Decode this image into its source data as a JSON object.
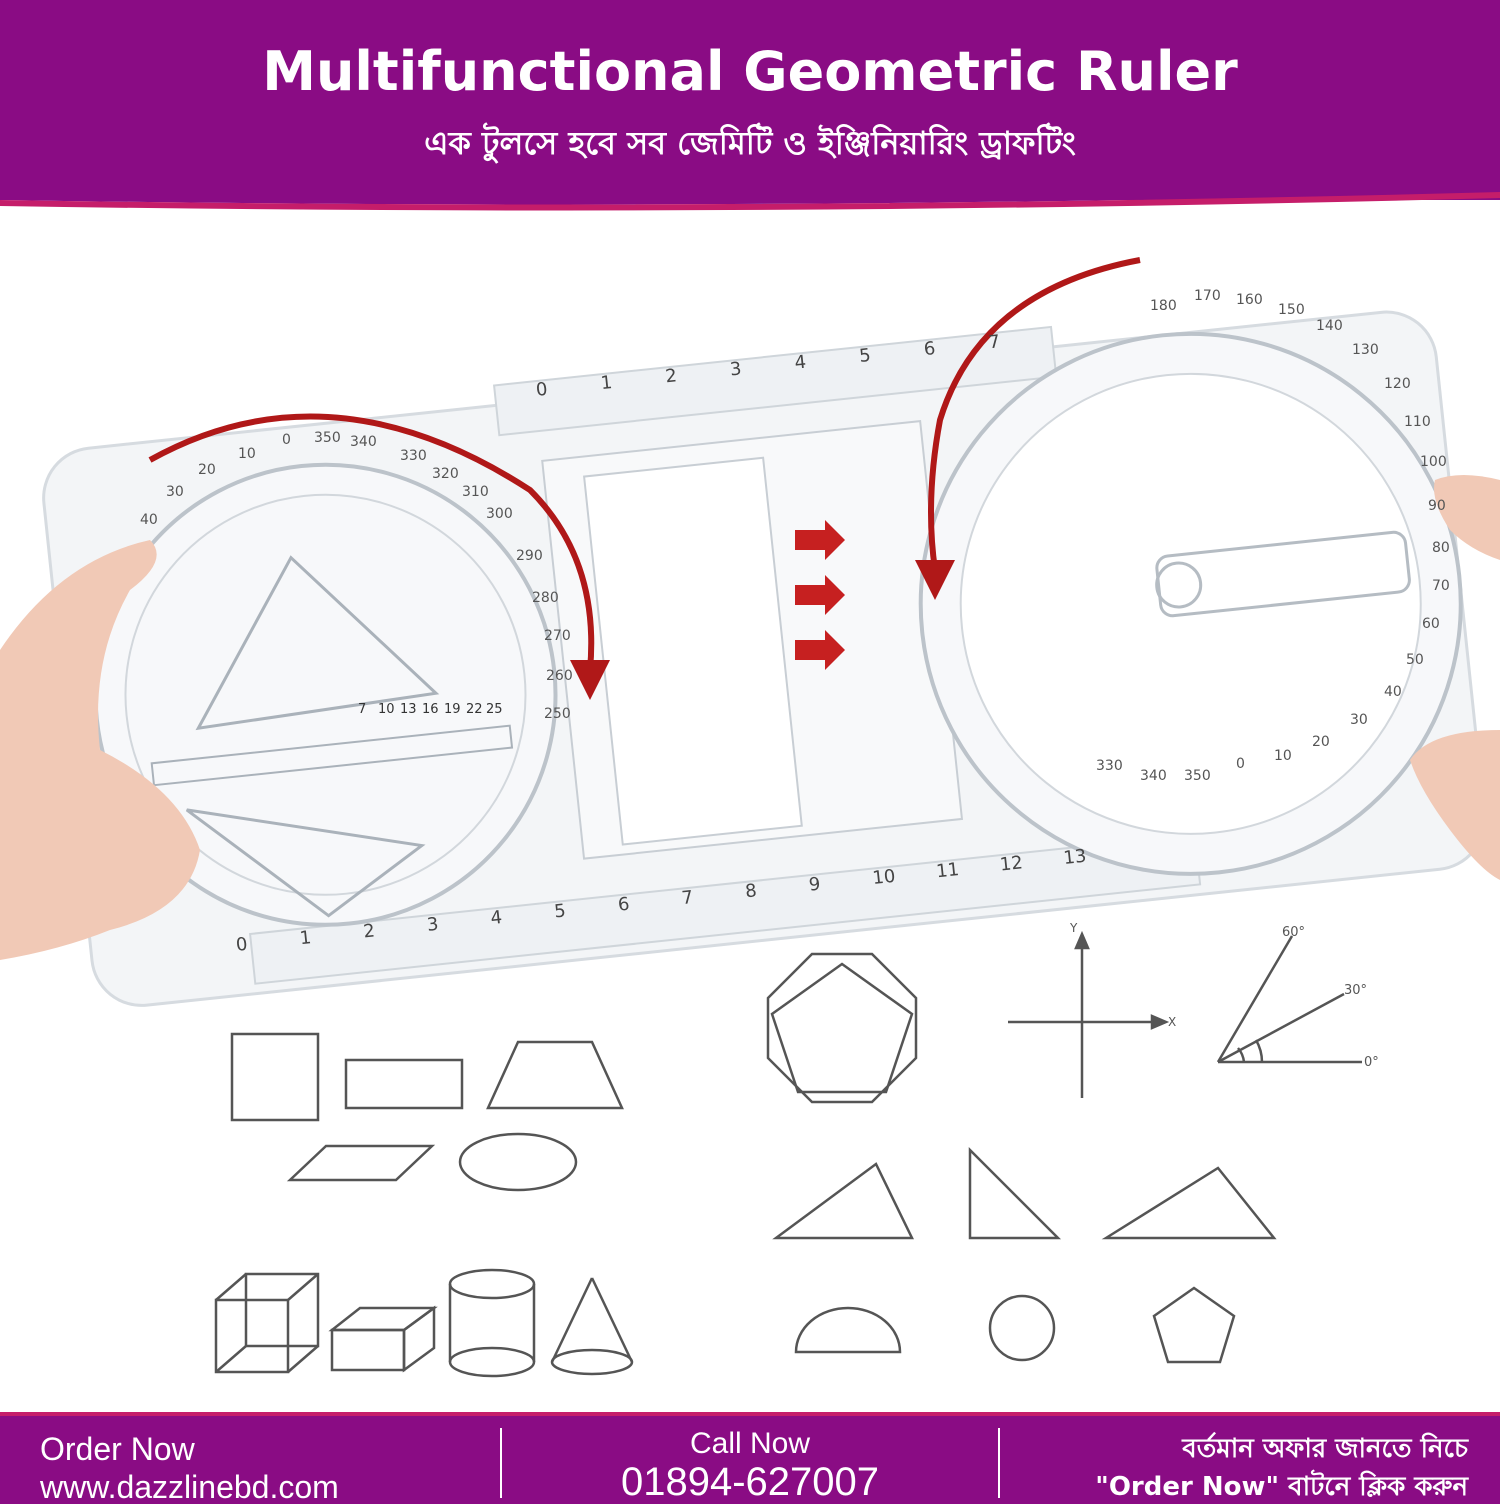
{
  "header": {
    "title": "Multifunctional Geometric Ruler",
    "subtitle": "এক টুলসে হবে সব জেমিটি ও ইঞ্জিনিয়ারিং ড্রাফটিং"
  },
  "product": {
    "ruler_top_numbers": [
      "0",
      "1",
      "2",
      "3",
      "4",
      "5",
      "6",
      "7"
    ],
    "ruler_bottom_numbers": [
      "0",
      "1",
      "2",
      "3",
      "4",
      "5",
      "6",
      "7",
      "8",
      "9",
      "10",
      "11",
      "12",
      "13"
    ],
    "protractor_left_labels": [
      "0",
      "10",
      "20",
      "30",
      "40",
      "350",
      "340",
      "330",
      "320",
      "310",
      "300",
      "290",
      "280",
      "270",
      "260",
      "250"
    ],
    "protractor_right_labels": [
      "180",
      "170",
      "160",
      "150",
      "140",
      "130",
      "120",
      "110",
      "100",
      "90",
      "80",
      "70",
      "60",
      "50",
      "40",
      "30",
      "20",
      "10",
      "0",
      "350",
      "340",
      "330"
    ],
    "circle_template_sizes": [
      "7",
      "10",
      "13",
      "16",
      "19",
      "22",
      "25"
    ]
  },
  "diagram": {
    "y_axis_label": "Y",
    "x_axis_label": "X",
    "angle_60": "60°",
    "angle_30": "30°",
    "angle_0": "0°"
  },
  "footer": {
    "order_label": "Order Now",
    "website": "www.dazzlinebd.com",
    "call_label": "Call Now",
    "phone": "01894-627007",
    "offer_line1": "বর্তমান অফার জানতে নিচে",
    "offer_line2": "\"Order Now\" বাটনে ক্লিক করুন"
  },
  "colors": {
    "brand_purple": "#8a0c84",
    "accent_magenta": "#c51d6a",
    "arrow_red": "#b01818"
  }
}
